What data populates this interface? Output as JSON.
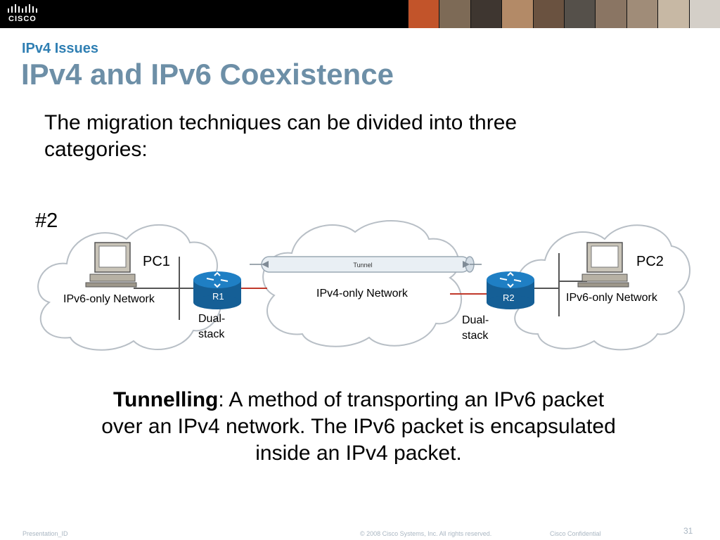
{
  "header": {
    "logo_text": "CISCO",
    "photo_colors": [
      "#c2542a",
      "#7d6a56",
      "#3e3630",
      "#b38a67",
      "#6a5240",
      "#55504a",
      "#8a7563",
      "#a08c78",
      "#c7b8a4",
      "#d4cfc8"
    ]
  },
  "slide": {
    "subtitle": "IPv4 Issues",
    "title": "IPv4 and IPv6 Coexistence",
    "intro": "The migration techniques can be divided into three categories:",
    "marker": "#2",
    "caption_bold": "Tunnelling",
    "caption_rest": ": A method of transporting an IPv6 packet over an IPv4 network. The IPv6 packet is encapsulated inside an IPv4 packet."
  },
  "diagram": {
    "pc1_label": "PC1",
    "pc2_label": "PC2",
    "left_network": "IPv6-only Network",
    "right_network": "IPv6-only Network",
    "center_network": "IPv4-only Network",
    "tunnel_label": "Tunnel",
    "r1_label": "R1",
    "r2_label": "R2",
    "dual_stack_1": [
      "Dual-",
      "stack"
    ],
    "dual_stack_2": [
      "Dual-",
      "stack"
    ],
    "router_color": "#1f7fc4",
    "link_color": "#c0392b"
  },
  "footer": {
    "presentation_id": "Presentation_ID",
    "copyright": "© 2008 Cisco Systems, Inc. All rights reserved.",
    "confidential": "Cisco Confidential",
    "page_number": "31"
  }
}
